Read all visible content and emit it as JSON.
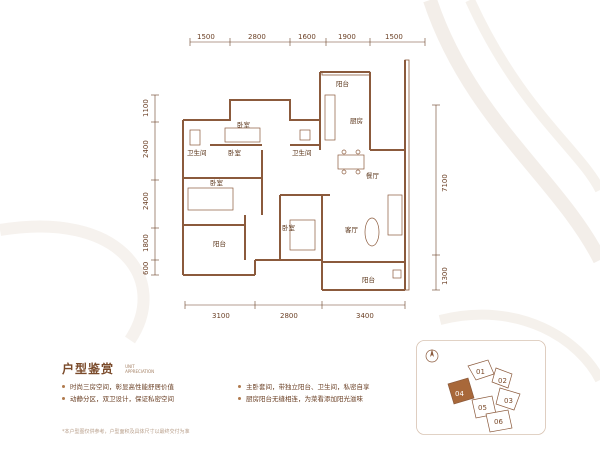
{
  "dimensions": {
    "top": [
      "1500",
      "2800",
      "1600",
      "1900",
      "1500"
    ],
    "bottom": [
      "3100",
      "2800",
      "3400"
    ],
    "left": [
      "1100",
      "2400",
      "2400",
      "1800",
      "600"
    ],
    "right": [
      "7100",
      "1300"
    ]
  },
  "rooms": {
    "balcony_top": "阳台",
    "kitchen": "厨房",
    "bedroom_main_top": "卧室",
    "bath_left": "卫生间",
    "bath_right": "卫生间",
    "bedroom_left": "卧室",
    "dining": "餐厅",
    "living": "客厅",
    "bedroom_center": "卧室",
    "balcony_left": "阳台",
    "balcony_bottom": "阳台"
  },
  "section": {
    "title": "户型鉴赏",
    "title_en_line1": "UNIT",
    "title_en_line2": "APPRECIATION"
  },
  "features": {
    "left": [
      "时尚三房空间，彰显高性能舒居价值",
      "动静分区，双卫设计，保证私密空间"
    ],
    "right": [
      "主卧套间，带独立阳台、卫生间，私密自享",
      "厨房阳台无缝相连，为菜看添加阳光滋味"
    ]
  },
  "footer": "*本户型图仅供参考，户型面积及具体尺寸以最终交付为准",
  "keyplan": {
    "units": [
      "01",
      "02",
      "03",
      "04",
      "05",
      "06"
    ],
    "highlight": "04",
    "highlight_color": "#a8683a"
  },
  "colors": {
    "wall": "#8b5a3c",
    "accent": "#b07a4e",
    "text": "#6a3f24"
  }
}
